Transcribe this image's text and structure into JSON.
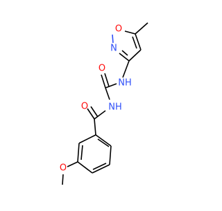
{
  "structure": {
    "atom_labels": {
      "ring_oxygen": "O",
      "ring_nitrogen": "N",
      "urea_nh_upper": "NH",
      "urea_carbonyl_oxygen": "O",
      "imide_nh": "NH",
      "benzoyl_carbonyl_oxygen": "O",
      "methoxy_oxygen": "O"
    },
    "colors": {
      "oxygen": "#ff0d0d",
      "nitrogen": "#3050f8",
      "carbon_bond": "#000000",
      "background": "#ffffff"
    }
  }
}
